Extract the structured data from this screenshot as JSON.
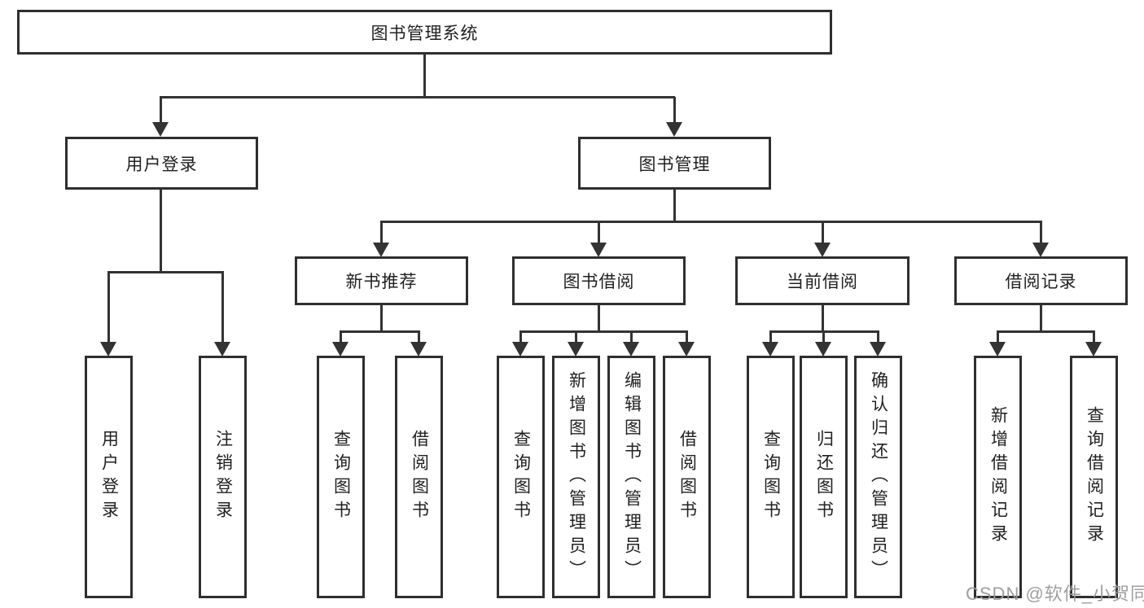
{
  "watermark": "CSDN @软件_小贺同学",
  "colors": {
    "box_border": "#2f2f2f",
    "connector_line": "#333333",
    "text": "#212121",
    "background": "#ffffff",
    "watermark_text": "#9a9a9a"
  },
  "tree": {
    "root": {
      "label": "图书管理系统"
    },
    "level2": [
      {
        "label": "用户登录",
        "children": [
          "用户登录",
          "注销登录"
        ]
      },
      {
        "label": "图书管理"
      }
    ],
    "level3": [
      {
        "label": "新书推荐",
        "children": [
          "查询图书",
          "借阅图书"
        ]
      },
      {
        "label": "图书借阅",
        "children": [
          "查询图书",
          "新增图书（管理员）",
          "编辑图书（管理员）",
          "借阅图书"
        ]
      },
      {
        "label": "当前借阅",
        "children": [
          "查询图书",
          "归还图书",
          "确认归还（管理员）"
        ]
      },
      {
        "label": "借阅记录",
        "children": [
          "新增借阅记录",
          "查询借阅记录"
        ]
      }
    ]
  }
}
